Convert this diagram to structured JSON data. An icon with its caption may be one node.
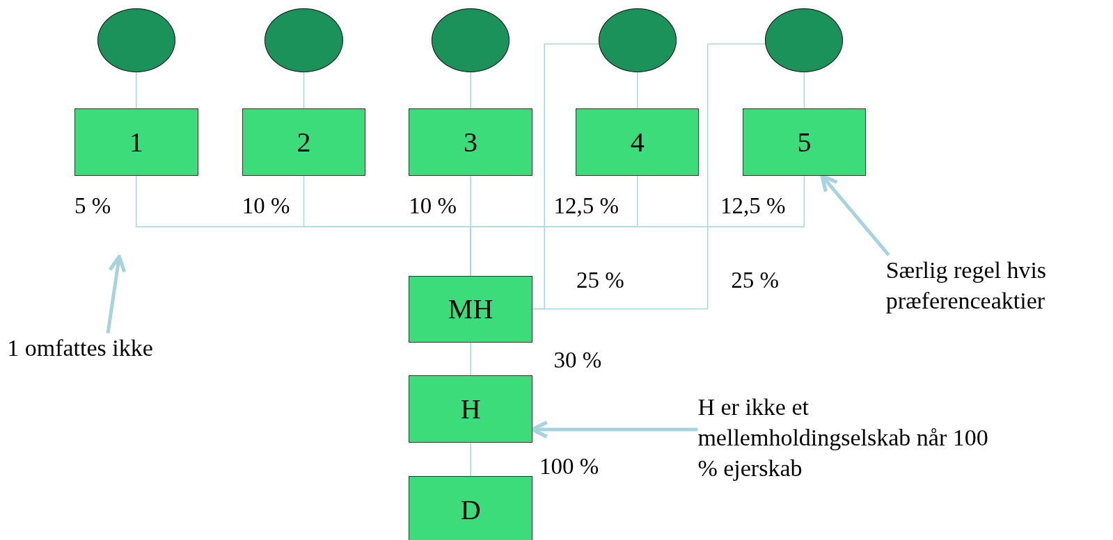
{
  "diagram": {
    "nodes": [
      {
        "text": [],
        "shape": "circle"
      },
      {
        "text": [],
        "shape": "circle"
      },
      {
        "text": [],
        "shape": "circle"
      },
      {
        "text": [],
        "shape": "circle"
      },
      {
        "text": [],
        "shape": "circle"
      },
      {
        "text": [
          "1"
        ]
      },
      {
        "text": [
          "2"
        ]
      },
      {
        "text": [
          "3"
        ]
      },
      {
        "text": [
          "4"
        ]
      },
      {
        "text": [
          "5"
        ]
      },
      {
        "text": [
          "MH"
        ]
      },
      {
        "text": [
          "H"
        ]
      },
      {
        "text": [
          "D"
        ]
      },
      {
        "text": [
          "1 omfattes ikke"
        ]
      },
      {
        "text": [
          "Særlig regel hvis præferenceaktier"
        ]
      },
      {
        "text": [
          "H er ikke et mellemholdingselskab når 100 % ejerskab"
        ]
      }
    ],
    "edges": [
      {
        "from": 0,
        "to": 5,
        "arrow": "none"
      },
      {
        "from": 1,
        "to": 6,
        "arrow": "none"
      },
      {
        "from": 2,
        "to": 7,
        "arrow": "none"
      },
      {
        "from": 3,
        "to": 8,
        "arrow": "none"
      },
      {
        "from": 4,
        "to": 9,
        "arrow": "none"
      },
      {
        "from": 5,
        "to": 10,
        "arrow": "none",
        "label": "5 %"
      },
      {
        "from": 6,
        "to": 10,
        "arrow": "none",
        "label": "10 %"
      },
      {
        "from": 7,
        "to": 10,
        "arrow": "none",
        "label": "10 %"
      },
      {
        "from": 8,
        "to": 10,
        "arrow": "none",
        "label": "12,5 %"
      },
      {
        "from": 9,
        "to": 10,
        "arrow": "none",
        "label": "12,5 %"
      },
      {
        "from": 3,
        "to": 10,
        "arrow": "none",
        "label": "25 %"
      },
      {
        "from": 4,
        "to": 10,
        "arrow": "none",
        "label": "25 %"
      },
      {
        "from": 10,
        "to": 11,
        "arrow": "none",
        "label": "30 %"
      },
      {
        "from": 11,
        "to": 12,
        "arrow": "none",
        "label": "100 %"
      },
      {
        "from": 13,
        "to": null,
        "arrow": "to",
        "style": "thick"
      },
      {
        "from": 14,
        "to": 9,
        "arrow": "to",
        "style": "thick"
      },
      {
        "from": 15,
        "to": 11,
        "arrow": "to",
        "style": "thick"
      }
    ]
  }
}
